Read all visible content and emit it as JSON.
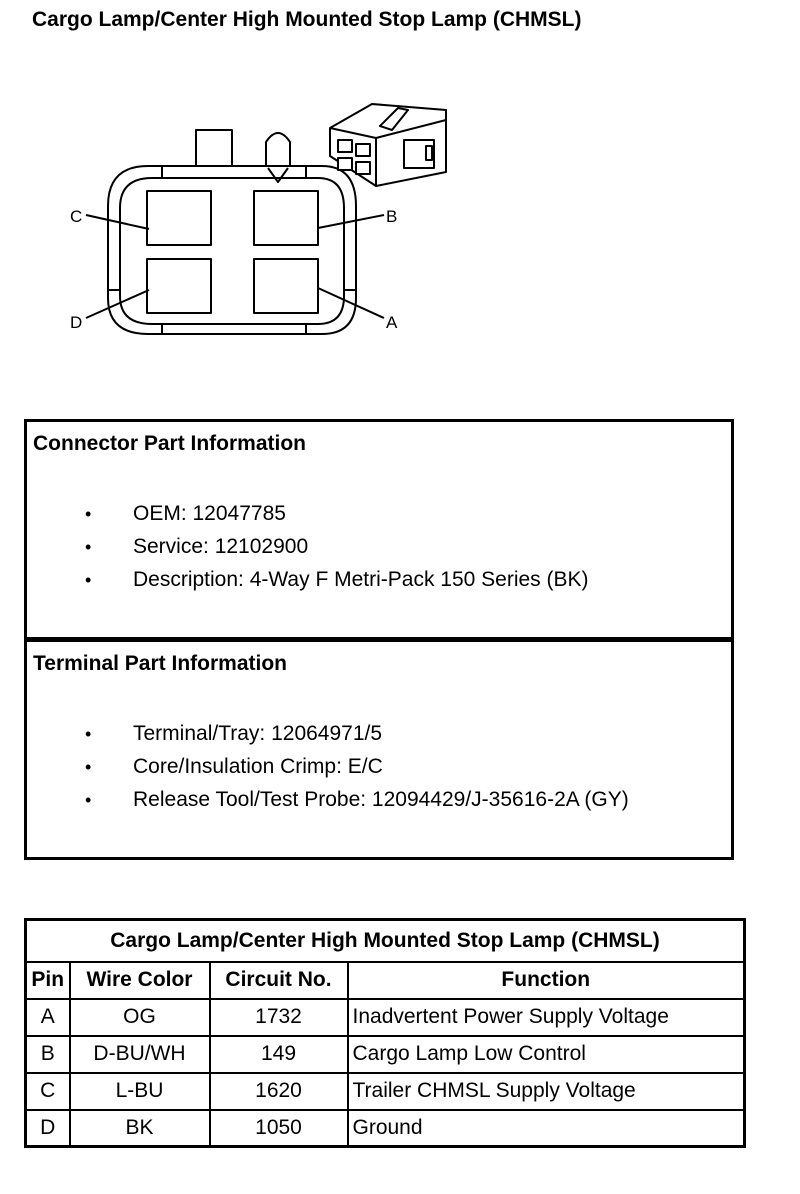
{
  "title": "Cargo Lamp/Center High Mounted Stop Lamp (CHMSL)",
  "diagram": {
    "pin_labels": {
      "a": "A",
      "b": "B",
      "c": "C",
      "d": "D"
    }
  },
  "connector_info": {
    "heading": "Connector Part Information",
    "items": [
      "OEM: 12047785",
      "Service: 12102900",
      "Description: 4-Way F Metri-Pack 150 Series (BK)"
    ]
  },
  "terminal_info": {
    "heading": "Terminal Part Information",
    "items": [
      "Terminal/Tray: 12064971/5",
      "Core/Insulation Crimp: E/C",
      "Release Tool/Test Probe: 12094429/J-35616-2A (GY)"
    ]
  },
  "bullet": "•",
  "table": {
    "caption": "Cargo Lamp/Center High Mounted Stop Lamp (CHMSL)",
    "headers": [
      "Pin",
      "Wire Color",
      "Circuit No.",
      "Function"
    ],
    "rows": [
      [
        "A",
        "OG",
        "1732",
        "Inadvertent Power Supply Voltage"
      ],
      [
        "B",
        "D-BU/WH",
        "149",
        "Cargo Lamp Low Control"
      ],
      [
        "C",
        "L-BU",
        "1620",
        "Trailer CHMSL Supply Voltage"
      ],
      [
        "D",
        "BK",
        "1050",
        "Ground"
      ]
    ]
  }
}
